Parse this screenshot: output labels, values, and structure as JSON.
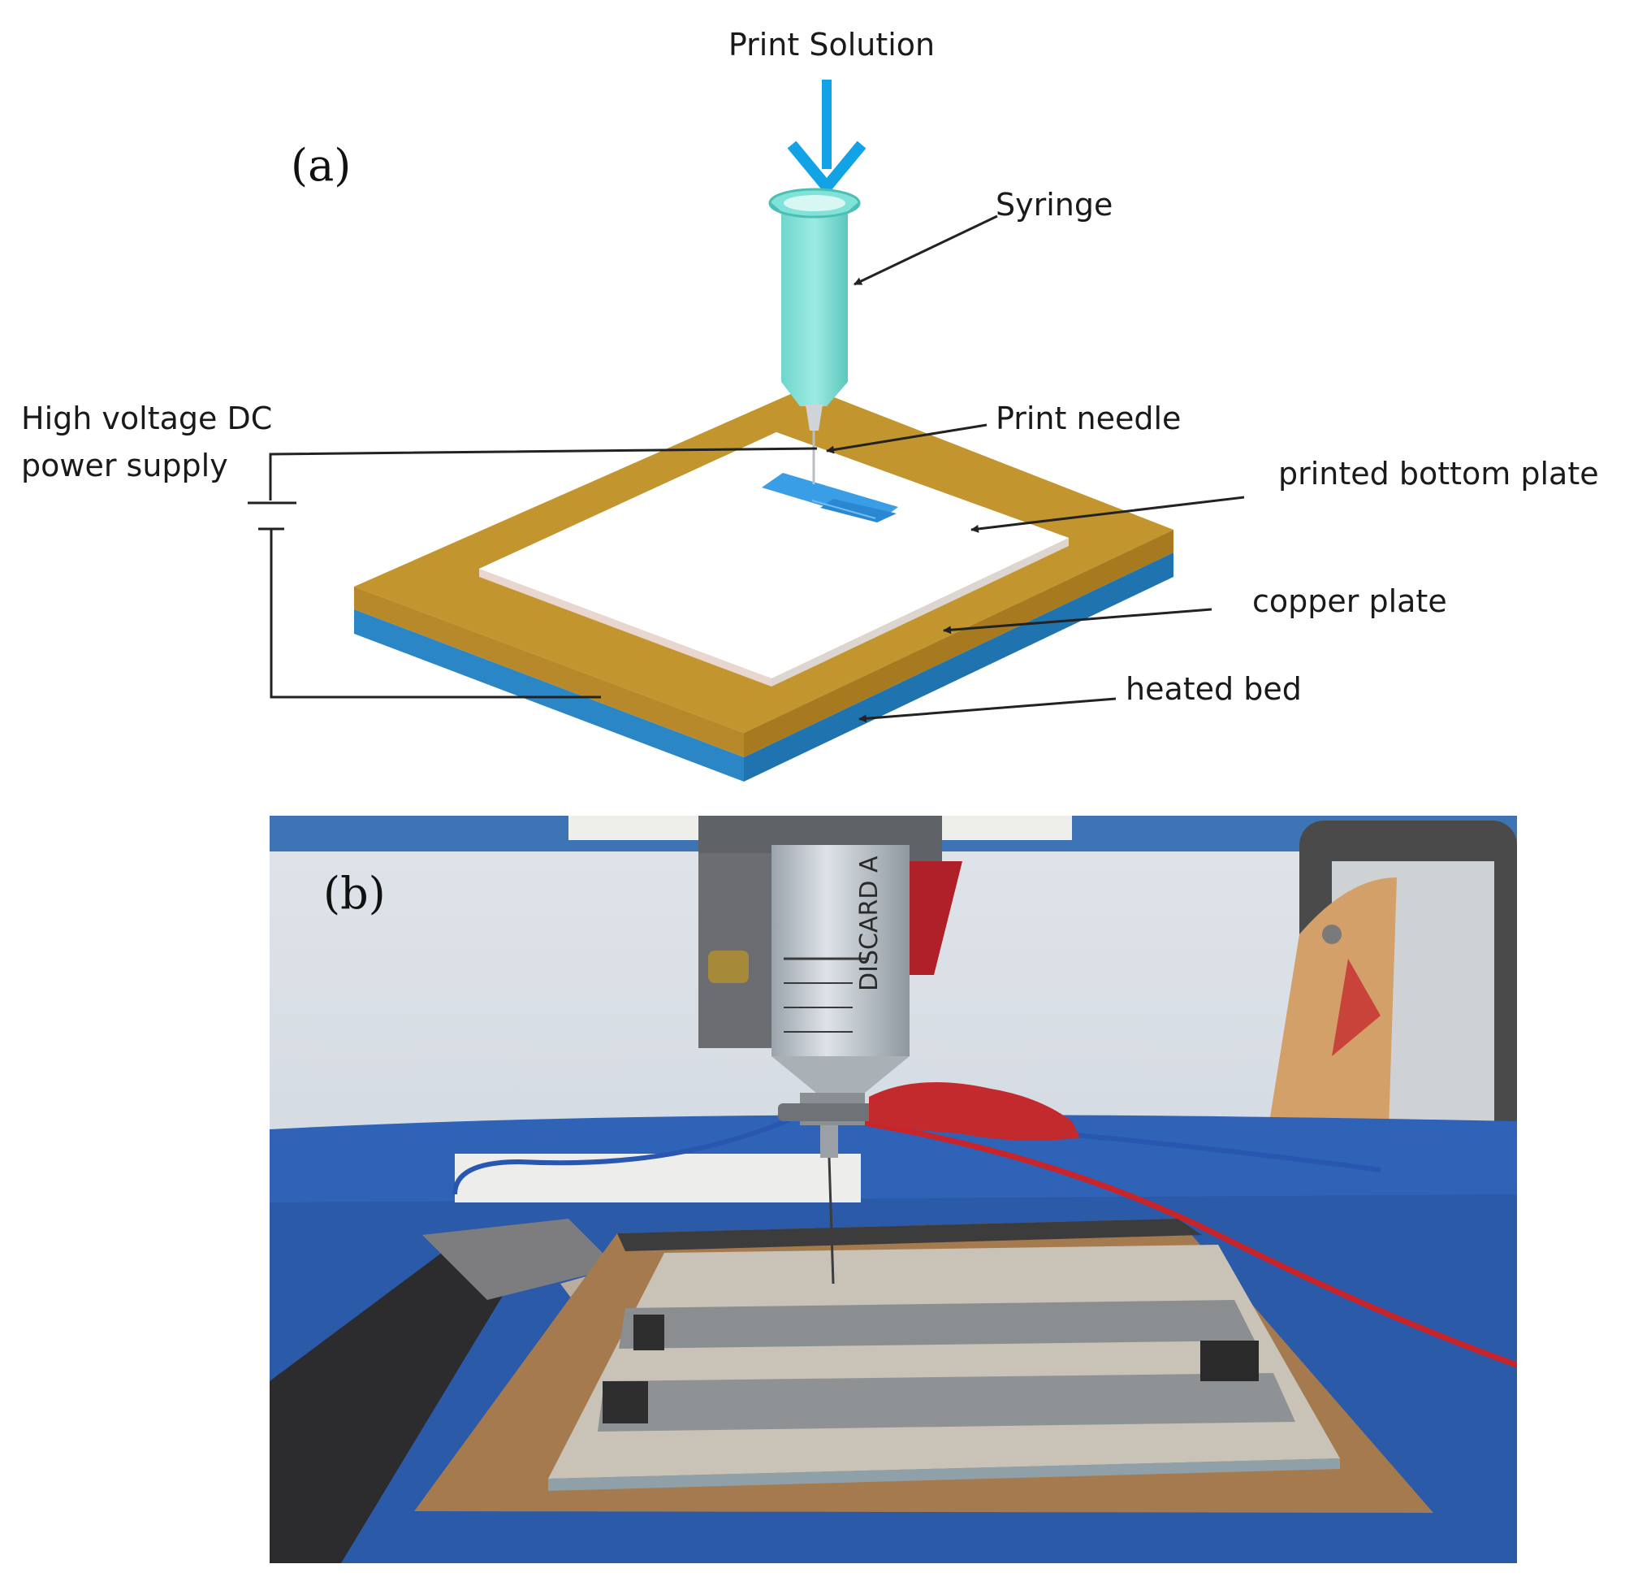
{
  "panel_a": {
    "label": "(a)",
    "labels": {
      "print_solution": "Print Solution",
      "syringe": "Syringe",
      "print_needle": "Print needle",
      "power_supply_line1": "High voltage DC",
      "power_supply_line2": "power supply",
      "printed_bottom_plate": "printed bottom plate",
      "copper_plate": "copper plate",
      "heated_bed": "heated bed"
    },
    "colors": {
      "arrow": "#12a3e6",
      "syringe": "#7fe0d8",
      "copper": "#c09030",
      "bed": "#2f8fd0",
      "printed_layer": "#3aa0e8"
    }
  },
  "panel_b": {
    "label": "(b)",
    "syringe_text": "DISCARD A"
  }
}
